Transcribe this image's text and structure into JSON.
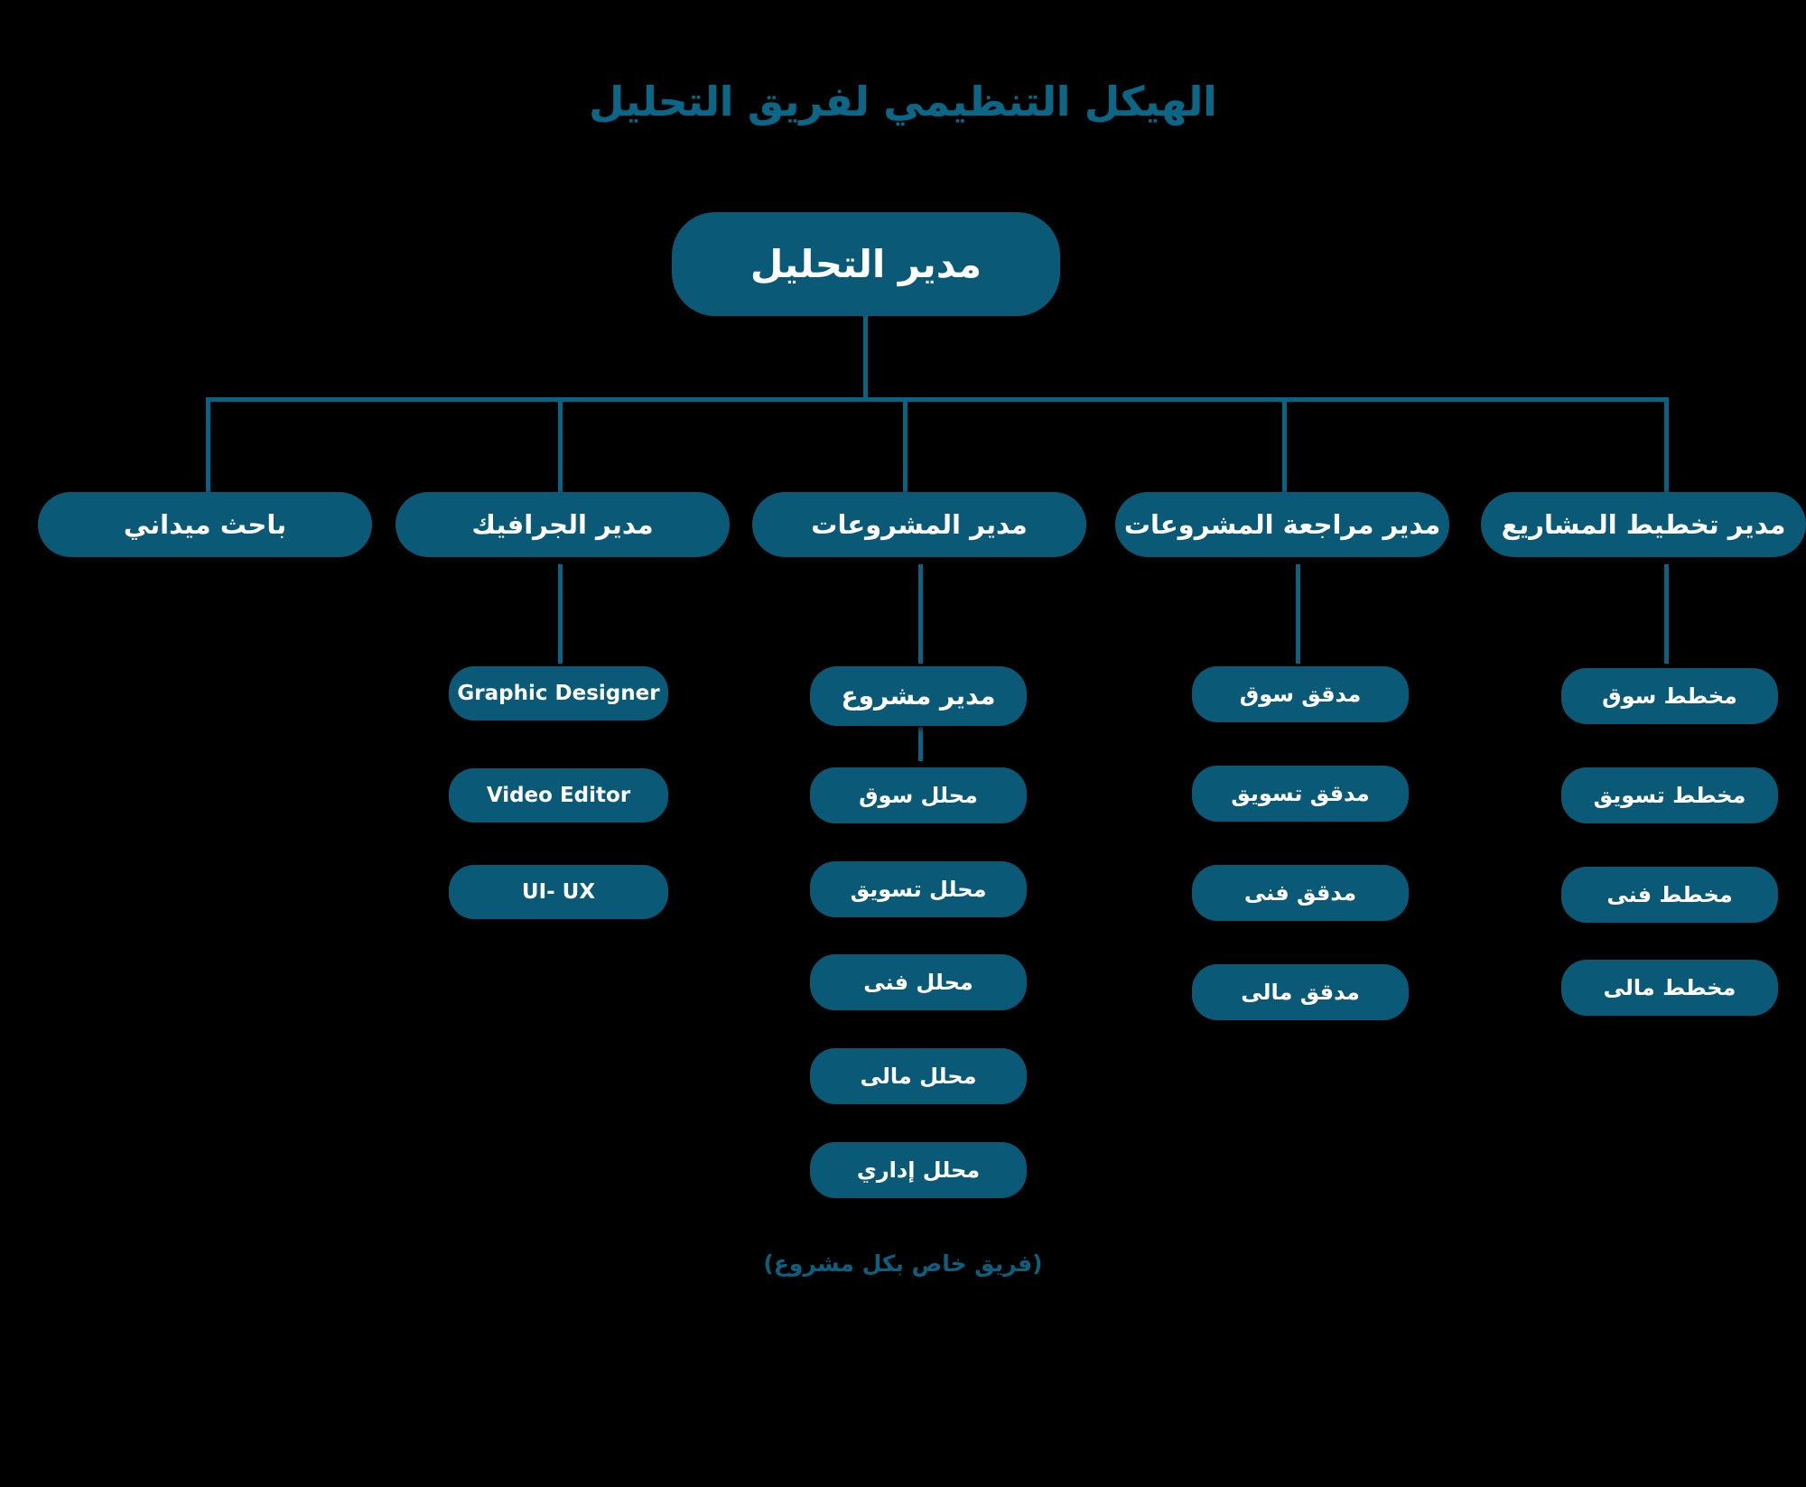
{
  "page": {
    "title": "الهيكل التنظيمي لفريق التحليل",
    "note": "(فريق خاص بكل مشروع)",
    "background_color": "#000000",
    "node_fill_color": "#0A5A77",
    "node_text_color": "#FFFFFF",
    "connector_color": "#0B6384",
    "title_color": "#0C6786",
    "note_color": "#0C5F7E"
  },
  "root": {
    "label": "مدير التحليل"
  },
  "branches": [
    {
      "id": "field-researcher",
      "label": "باحث ميداني",
      "children": []
    },
    {
      "id": "graphics-manager",
      "label": "مدير الجرافيك",
      "children": [
        {
          "label": "Graphic Designer",
          "script": "latin"
        },
        {
          "label": "Video Editor",
          "script": "latin"
        },
        {
          "label": "UI- UX",
          "script": "latin"
        }
      ]
    },
    {
      "id": "projects-manager",
      "label": "مدير المشروعات",
      "children": [
        {
          "label": "مدير مشروع",
          "script": "arabic",
          "lead": true
        },
        {
          "label": "محلل سوق",
          "script": "arabic"
        },
        {
          "label": "محلل تسويق",
          "script": "arabic"
        },
        {
          "label": "محلل فنى",
          "script": "arabic"
        },
        {
          "label": "محلل مالى",
          "script": "arabic"
        },
        {
          "label": "محلل إداري",
          "script": "arabic"
        }
      ]
    },
    {
      "id": "projects-review-manager",
      "label": "مدير مراجعة المشروعات",
      "children": [
        {
          "label": "مدقق سوق",
          "script": "arabic"
        },
        {
          "label": "مدقق تسويق",
          "script": "arabic"
        },
        {
          "label": "مدقق فنى",
          "script": "arabic"
        },
        {
          "label": "مدقق مالى",
          "script": "arabic"
        }
      ]
    },
    {
      "id": "projects-planning-manager",
      "label": "مدير تخطيط المشاريع",
      "children": [
        {
          "label": "مخطط سوق",
          "script": "arabic"
        },
        {
          "label": "مخطط تسويق",
          "script": "arabic"
        },
        {
          "label": "مخطط فنى",
          "script": "arabic"
        },
        {
          "label": "مخطط مالى",
          "script": "arabic"
        }
      ]
    }
  ]
}
